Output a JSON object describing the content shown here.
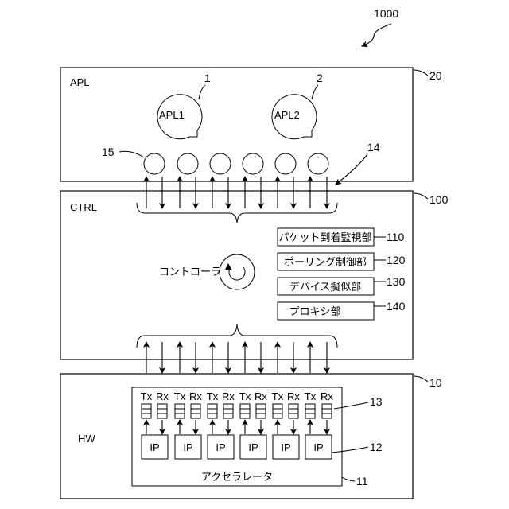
{
  "figure_ref": "1000",
  "apl": {
    "label": "APL",
    "ref": "20",
    "apps": [
      {
        "label": "APL1",
        "ref": "1"
      },
      {
        "label": "APL2",
        "ref": "2"
      }
    ],
    "queue_ref": "15",
    "arrows_ref": "14"
  },
  "ctrl": {
    "label": "CTRL",
    "ref": "100",
    "controller_label": "コントローラ",
    "functions": [
      {
        "label": "パケット到着監視部",
        "ref": "110"
      },
      {
        "label": "ポーリング制御部",
        "ref": "120"
      },
      {
        "label": "デバイス擬似部",
        "ref": "130"
      },
      {
        "label": "プロキシ部",
        "ref": "140"
      }
    ]
  },
  "hw": {
    "label": "HW",
    "ref": "10",
    "accelerator_label": "アクセラレータ",
    "accelerator_ref": "11",
    "ip_ref": "12",
    "queues_ref": "13",
    "tx_label": "Tx",
    "rx_label": "Rx",
    "ip_label": "IP",
    "ip_count": 6
  }
}
